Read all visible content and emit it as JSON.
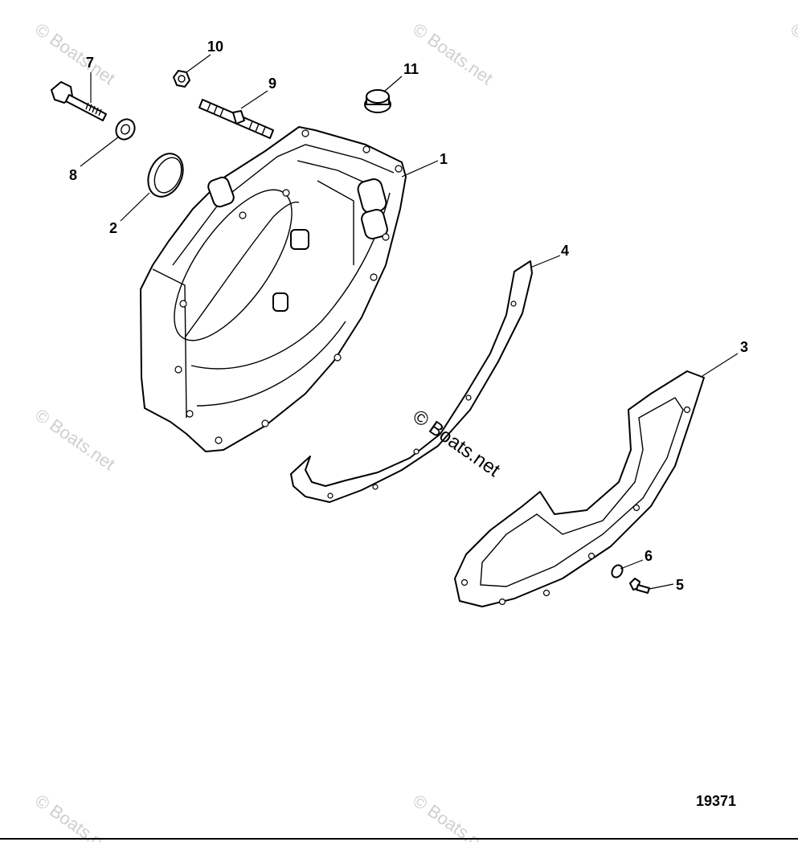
{
  "figure_number": "19371",
  "watermarks": [
    "© Boats.net",
    "© Boats.net",
    "© Boats.net",
    "© Boats.net",
    "© Boats.net",
    "© Boats.net"
  ],
  "watermark_center": "© Boats.net",
  "callouts": {
    "c1": "1",
    "c2": "2",
    "c3": "3",
    "c4": "4",
    "c5": "5",
    "c6": "6",
    "c7": "7",
    "c8": "8",
    "c9": "9",
    "c10": "10",
    "c11": "11"
  }
}
